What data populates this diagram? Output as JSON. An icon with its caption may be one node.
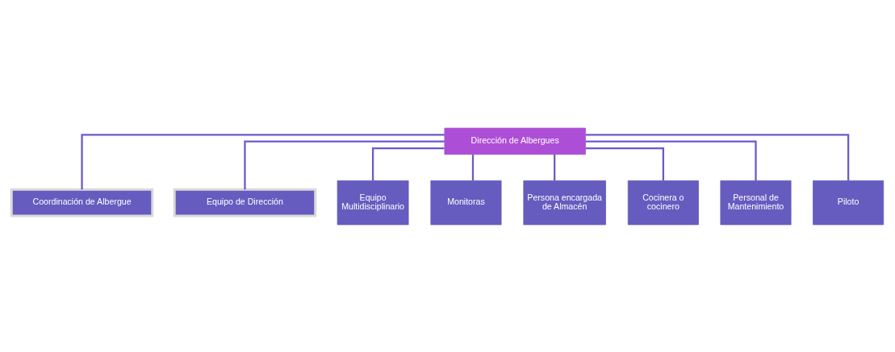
{
  "diagram": {
    "nodes": [
      {
        "text": [
          "Dirección de Albergues"
        ]
      },
      {
        "text": [
          "Coordinación de Albergue"
        ]
      },
      {
        "text": [
          "Equipo de Dirección"
        ]
      },
      {
        "text": [
          "Equipo Multidisciplinario"
        ]
      },
      {
        "text": [
          "Monitoras"
        ]
      },
      {
        "text": [
          "Persona encargada de Almacén"
        ]
      },
      {
        "text": [
          "Cocinera o cocinero"
        ]
      },
      {
        "text": [
          "Personal de Mantenimiento"
        ]
      },
      {
        "text": [
          "Piloto"
        ]
      }
    ],
    "edges": [
      {
        "from": 0,
        "to": 1,
        "arrow": "none"
      },
      {
        "from": 0,
        "to": 2,
        "arrow": "none"
      },
      {
        "from": 0,
        "to": 3,
        "arrow": "none"
      },
      {
        "from": 0,
        "to": 4,
        "arrow": "none"
      },
      {
        "from": 0,
        "to": 5,
        "arrow": "none"
      },
      {
        "from": 0,
        "to": 6,
        "arrow": "none"
      },
      {
        "from": 0,
        "to": 7,
        "arrow": "none"
      },
      {
        "from": 0,
        "to": 8,
        "arrow": "none"
      }
    ]
  }
}
